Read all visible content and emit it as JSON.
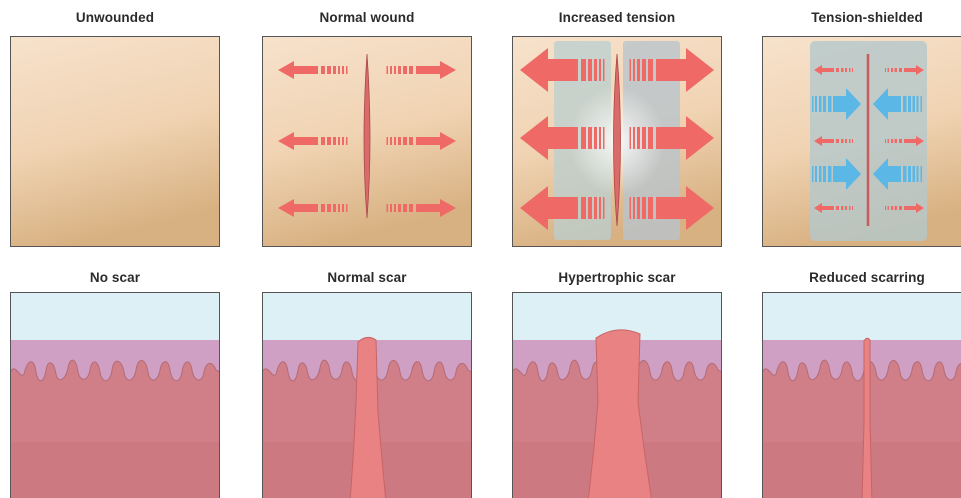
{
  "top_row": [
    {
      "title": "Unwounded"
    },
    {
      "title": "Normal wound"
    },
    {
      "title": "Increased tension"
    },
    {
      "title": "Tension-shielded"
    }
  ],
  "bottom_row": [
    {
      "title": "No scar"
    },
    {
      "title": "Normal scar"
    },
    {
      "title": "Hypertrophic scar"
    },
    {
      "title": "Reduced scarring"
    }
  ],
  "colors": {
    "skin_light": "#f7e2cc",
    "skin_dark": "#d9b387",
    "tension_arrow": "#ef6a66",
    "shield_arrow": "#5bb7e6",
    "sky": "#dcf0f6",
    "epidermis": "#cfa0c4",
    "dermis": "#cf7f86",
    "scar": "#e88080"
  }
}
